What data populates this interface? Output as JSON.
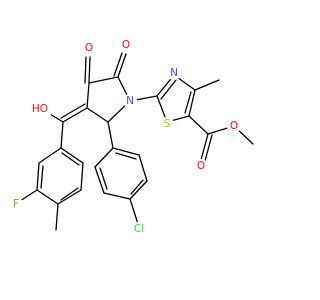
{
  "molecule": {
    "bond_color": "#000000",
    "colors": {
      "O": "#ff0d0d",
      "N": "#3050f8",
      "S": "#b8b800",
      "F": "#7fb200",
      "Cl": "#1ff01f"
    },
    "atoms": [
      {
        "id": "O_top1",
        "symbol": "O",
        "label": "O"
      },
      {
        "id": "O_top2",
        "symbol": "O",
        "label": "O"
      },
      {
        "id": "N_ring",
        "symbol": "N",
        "label": "N"
      },
      {
        "id": "N_thiazole",
        "symbol": "N",
        "label": "N"
      },
      {
        "id": "S_thiazole",
        "symbol": "S",
        "label": "S"
      },
      {
        "id": "HO",
        "symbol": "O",
        "label": "HO"
      },
      {
        "id": "F",
        "symbol": "F",
        "label": "F"
      },
      {
        "id": "Cl",
        "symbol": "Cl",
        "label": "Cl"
      },
      {
        "id": "O_ester_db",
        "symbol": "O",
        "label": "O"
      },
      {
        "id": "O_ester",
        "symbol": "O",
        "label": "O"
      }
    ]
  }
}
